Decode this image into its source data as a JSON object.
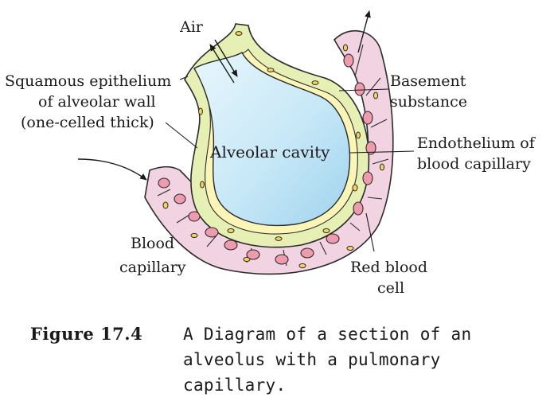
{
  "diagram": {
    "labels": {
      "air": "Air",
      "squamous_line1": "Squamous epithelium",
      "squamous_line2": "of alveolar wall",
      "squamous_line3": "(one-celled thick)",
      "alveolar_cavity": "Alveolar cavity",
      "basement_line1": "Basement",
      "basement_line2": "substance",
      "endothelium_line1": "Endothelium of",
      "endothelium_line2": "blood capillary",
      "blood_line1": "Blood",
      "blood_line2": "capillary",
      "rbc_line1": "Red blood",
      "rbc_line2": "cell"
    },
    "colors": {
      "cavity": "#bfe3f5",
      "basement": "#fbf6b8",
      "epithelium": "#e6efb4",
      "capillary": "#f1d3e2",
      "rbc": "#f09aae",
      "nucleus": "#f6d35c",
      "outline": "#2b2b2b"
    }
  },
  "caption": {
    "figure_number": "Figure 17.4",
    "text": "A Diagram of a section of an alveolus with a pulmonary capillary."
  }
}
